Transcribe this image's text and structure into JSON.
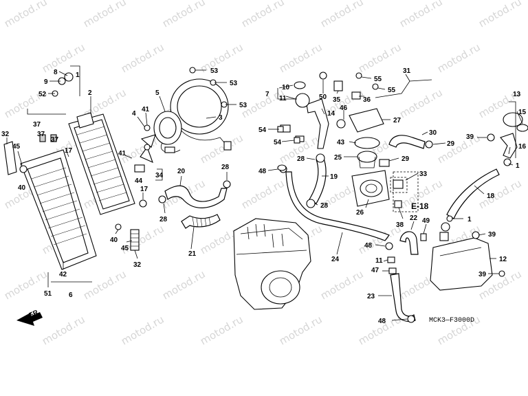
{
  "watermark": "motod.ru",
  "diagram_code": "MCK3—F3000D",
  "reference_label": "E-18",
  "direction_label": "FR.",
  "callouts": [
    {
      "id": "c8",
      "text": "8"
    },
    {
      "id": "c9",
      "text": "9"
    },
    {
      "id": "c52",
      "text": "52"
    },
    {
      "id": "c1a",
      "text": "1"
    },
    {
      "id": "c2",
      "text": "2"
    },
    {
      "id": "c32a",
      "text": "32"
    },
    {
      "id": "c45a",
      "text": "45"
    },
    {
      "id": "c40a",
      "text": "40"
    },
    {
      "id": "c37a",
      "text": "37"
    },
    {
      "id": "c37b",
      "text": "37"
    },
    {
      "id": "c37c",
      "text": "37"
    },
    {
      "id": "c17a",
      "text": "17"
    },
    {
      "id": "c41a",
      "text": "41"
    },
    {
      "id": "c4",
      "text": "4"
    },
    {
      "id": "c41b",
      "text": "41"
    },
    {
      "id": "c5",
      "text": "5"
    },
    {
      "id": "c53a",
      "text": "53"
    },
    {
      "id": "c53b",
      "text": "53"
    },
    {
      "id": "c53c",
      "text": "53"
    },
    {
      "id": "c3",
      "text": "3"
    },
    {
      "id": "c44",
      "text": "44"
    },
    {
      "id": "c34",
      "text": "34"
    },
    {
      "id": "c17b",
      "text": "17"
    },
    {
      "id": "c20",
      "text": "20"
    },
    {
      "id": "c28a",
      "text": "28"
    },
    {
      "id": "c28b",
      "text": "28"
    },
    {
      "id": "c21",
      "text": "21"
    },
    {
      "id": "c40b",
      "text": "40"
    },
    {
      "id": "c45b",
      "text": "45"
    },
    {
      "id": "c32b",
      "text": "32"
    },
    {
      "id": "c42",
      "text": "42"
    },
    {
      "id": "c51",
      "text": "51"
    },
    {
      "id": "c6",
      "text": "6"
    },
    {
      "id": "c7",
      "text": "7"
    },
    {
      "id": "c10",
      "text": "10"
    },
    {
      "id": "c11a",
      "text": "11"
    },
    {
      "id": "c14",
      "text": "14"
    },
    {
      "id": "c54a",
      "text": "54"
    },
    {
      "id": "c54b",
      "text": "54"
    },
    {
      "id": "c48a",
      "text": "48"
    },
    {
      "id": "c28c",
      "text": "28"
    },
    {
      "id": "c19",
      "text": "19"
    },
    {
      "id": "c28d",
      "text": "28"
    },
    {
      "id": "c50",
      "text": "50"
    },
    {
      "id": "c35",
      "text": "35"
    },
    {
      "id": "c46",
      "text": "46"
    },
    {
      "id": "c55a",
      "text": "55"
    },
    {
      "id": "c55b",
      "text": "55"
    },
    {
      "id": "c36",
      "text": "36"
    },
    {
      "id": "c31",
      "text": "31"
    },
    {
      "id": "c27",
      "text": "27"
    },
    {
      "id": "c43",
      "text": "43"
    },
    {
      "id": "c25",
      "text": "25"
    },
    {
      "id": "c29a",
      "text": "29"
    },
    {
      "id": "c30",
      "text": "30"
    },
    {
      "id": "c29b",
      "text": "29"
    },
    {
      "id": "c33",
      "text": "33"
    },
    {
      "id": "c26",
      "text": "26"
    },
    {
      "id": "c38",
      "text": "38"
    },
    {
      "id": "c22",
      "text": "22"
    },
    {
      "id": "c49",
      "text": "49"
    },
    {
      "id": "c24",
      "text": "24"
    },
    {
      "id": "c48b",
      "text": "48"
    },
    {
      "id": "c11b",
      "text": "11"
    },
    {
      "id": "c47",
      "text": "47"
    },
    {
      "id": "c23",
      "text": "23"
    },
    {
      "id": "c48c",
      "text": "48"
    },
    {
      "id": "c13",
      "text": "13"
    },
    {
      "id": "c15",
      "text": "15"
    },
    {
      "id": "c39a",
      "text": "39"
    },
    {
      "id": "c16",
      "text": "16"
    },
    {
      "id": "c1b",
      "text": "1"
    },
    {
      "id": "c18",
      "text": "18"
    },
    {
      "id": "c1c",
      "text": "1"
    },
    {
      "id": "c39b",
      "text": "39"
    },
    {
      "id": "c12",
      "text": "12"
    },
    {
      "id": "c39c",
      "text": "39"
    }
  ]
}
